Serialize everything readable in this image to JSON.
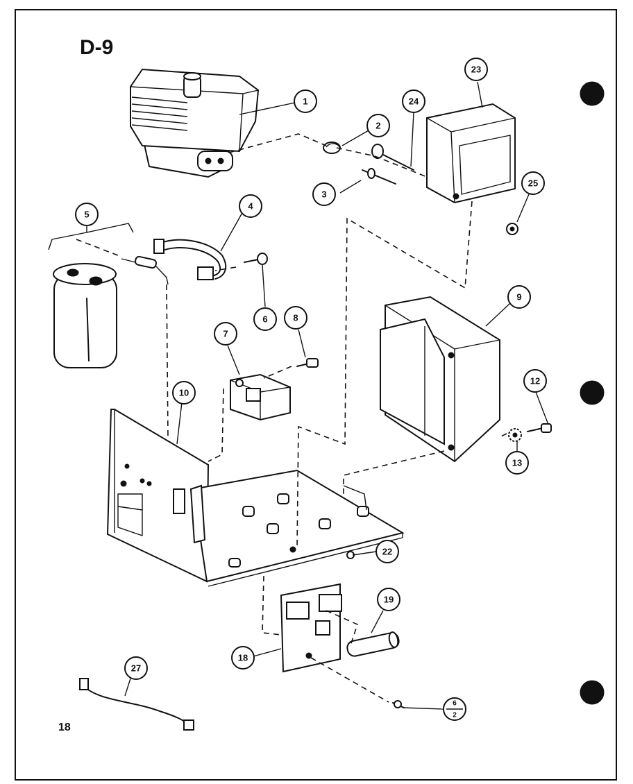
{
  "diagram": {
    "title": "D-9",
    "page_number": "18",
    "callouts": [
      {
        "id": "c1",
        "label": "1"
      },
      {
        "id": "c2",
        "label": "2"
      },
      {
        "id": "c3",
        "label": "3"
      },
      {
        "id": "c4",
        "label": "4"
      },
      {
        "id": "c5",
        "label": "5"
      },
      {
        "id": "c6",
        "label": "6"
      },
      {
        "id": "c7",
        "label": "7"
      },
      {
        "id": "c8",
        "label": "8"
      },
      {
        "id": "c9",
        "label": "9"
      },
      {
        "id": "c10",
        "label": "10"
      },
      {
        "id": "c12",
        "label": "12"
      },
      {
        "id": "c13",
        "label": "13"
      },
      {
        "id": "c18",
        "label": "18"
      },
      {
        "id": "c19",
        "label": "19"
      },
      {
        "id": "c22",
        "label": "22"
      },
      {
        "id": "c23",
        "label": "23"
      },
      {
        "id": "c24",
        "label": "24"
      },
      {
        "id": "c25",
        "label": "25"
      },
      {
        "id": "c27",
        "label": "27"
      }
    ],
    "fraction_callout": {
      "numerator": "6",
      "denominator": "2"
    }
  }
}
